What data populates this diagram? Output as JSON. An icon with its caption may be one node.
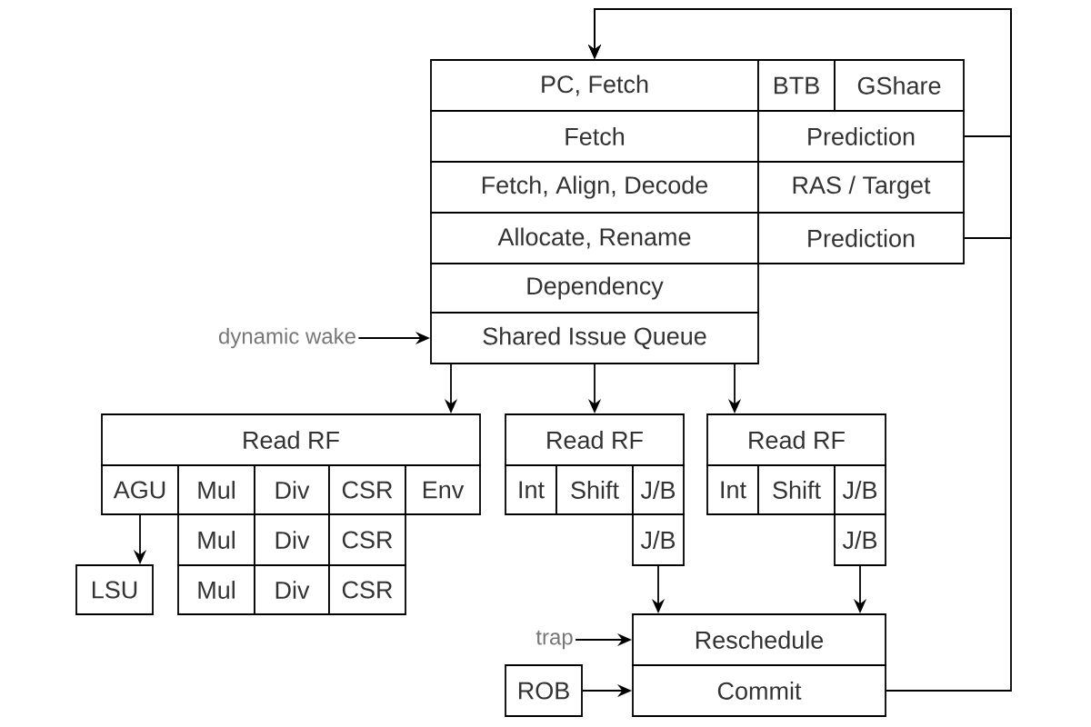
{
  "diagram": {
    "nodes": [
      {
        "text": [
          "PC, Fetch"
        ]
      },
      {
        "text": [
          "BTB"
        ]
      },
      {
        "text": [
          "GShare"
        ]
      },
      {
        "text": [
          "Fetch"
        ]
      },
      {
        "text": [
          "Prediction"
        ]
      },
      {
        "text": [
          "Fetch, Align, Decode"
        ]
      },
      {
        "text": [
          "RAS / Target"
        ]
      },
      {
        "text": [
          "Allocate, Rename"
        ]
      },
      {
        "text": [
          "Prediction"
        ]
      },
      {
        "text": [
          "Dependency"
        ]
      },
      {
        "text": [
          "dynamic wake"
        ]
      },
      {
        "text": [
          "Shared Issue Queue"
        ]
      },
      {
        "text": [
          "Read RF"
        ]
      },
      {
        "text": [
          "Read RF"
        ]
      },
      {
        "text": [
          "Read RF"
        ]
      },
      {
        "text": [
          "AGU"
        ]
      },
      {
        "text": [
          "Mul"
        ]
      },
      {
        "text": [
          "Div"
        ]
      },
      {
        "text": [
          "CSR"
        ]
      },
      {
        "text": [
          "Env"
        ]
      },
      {
        "text": [
          "Int"
        ]
      },
      {
        "text": [
          "Shift"
        ]
      },
      {
        "text": [
          "J/B"
        ]
      },
      {
        "text": [
          "Int"
        ]
      },
      {
        "text": [
          "Shift"
        ]
      },
      {
        "text": [
          "J/B"
        ]
      },
      {
        "text": [
          "Mul"
        ]
      },
      {
        "text": [
          "Div"
        ]
      },
      {
        "text": [
          "CSR"
        ]
      },
      {
        "text": [
          "J/B"
        ]
      },
      {
        "text": [
          "J/B"
        ]
      },
      {
        "text": [
          "LSU"
        ]
      },
      {
        "text": [
          "Mul"
        ]
      },
      {
        "text": [
          "Div"
        ]
      },
      {
        "text": [
          "CSR"
        ]
      },
      {
        "text": [
          "trap"
        ]
      },
      {
        "text": [
          "Reschedule"
        ]
      },
      {
        "text": [
          "ROB"
        ]
      },
      {
        "text": [
          "Commit"
        ]
      }
    ],
    "edges": [
      {
        "from": 38,
        "to": 0,
        "arrow": "to"
      },
      {
        "from": 4,
        "to": 0,
        "arrow": "to"
      },
      {
        "from": 8,
        "to": 0,
        "arrow": "to"
      },
      {
        "from": 10,
        "to": 11,
        "arrow": "to"
      },
      {
        "from": 11,
        "to": 12,
        "arrow": "to"
      },
      {
        "from": 11,
        "to": 13,
        "arrow": "to"
      },
      {
        "from": 11,
        "to": 14,
        "arrow": "to"
      },
      {
        "from": 15,
        "to": 31,
        "arrow": "to"
      },
      {
        "from": 29,
        "to": 36,
        "arrow": "to"
      },
      {
        "from": 30,
        "to": 36,
        "arrow": "to"
      },
      {
        "from": 35,
        "to": 36,
        "arrow": "to"
      },
      {
        "from": 37,
        "to": 38,
        "arrow": "to"
      }
    ]
  }
}
